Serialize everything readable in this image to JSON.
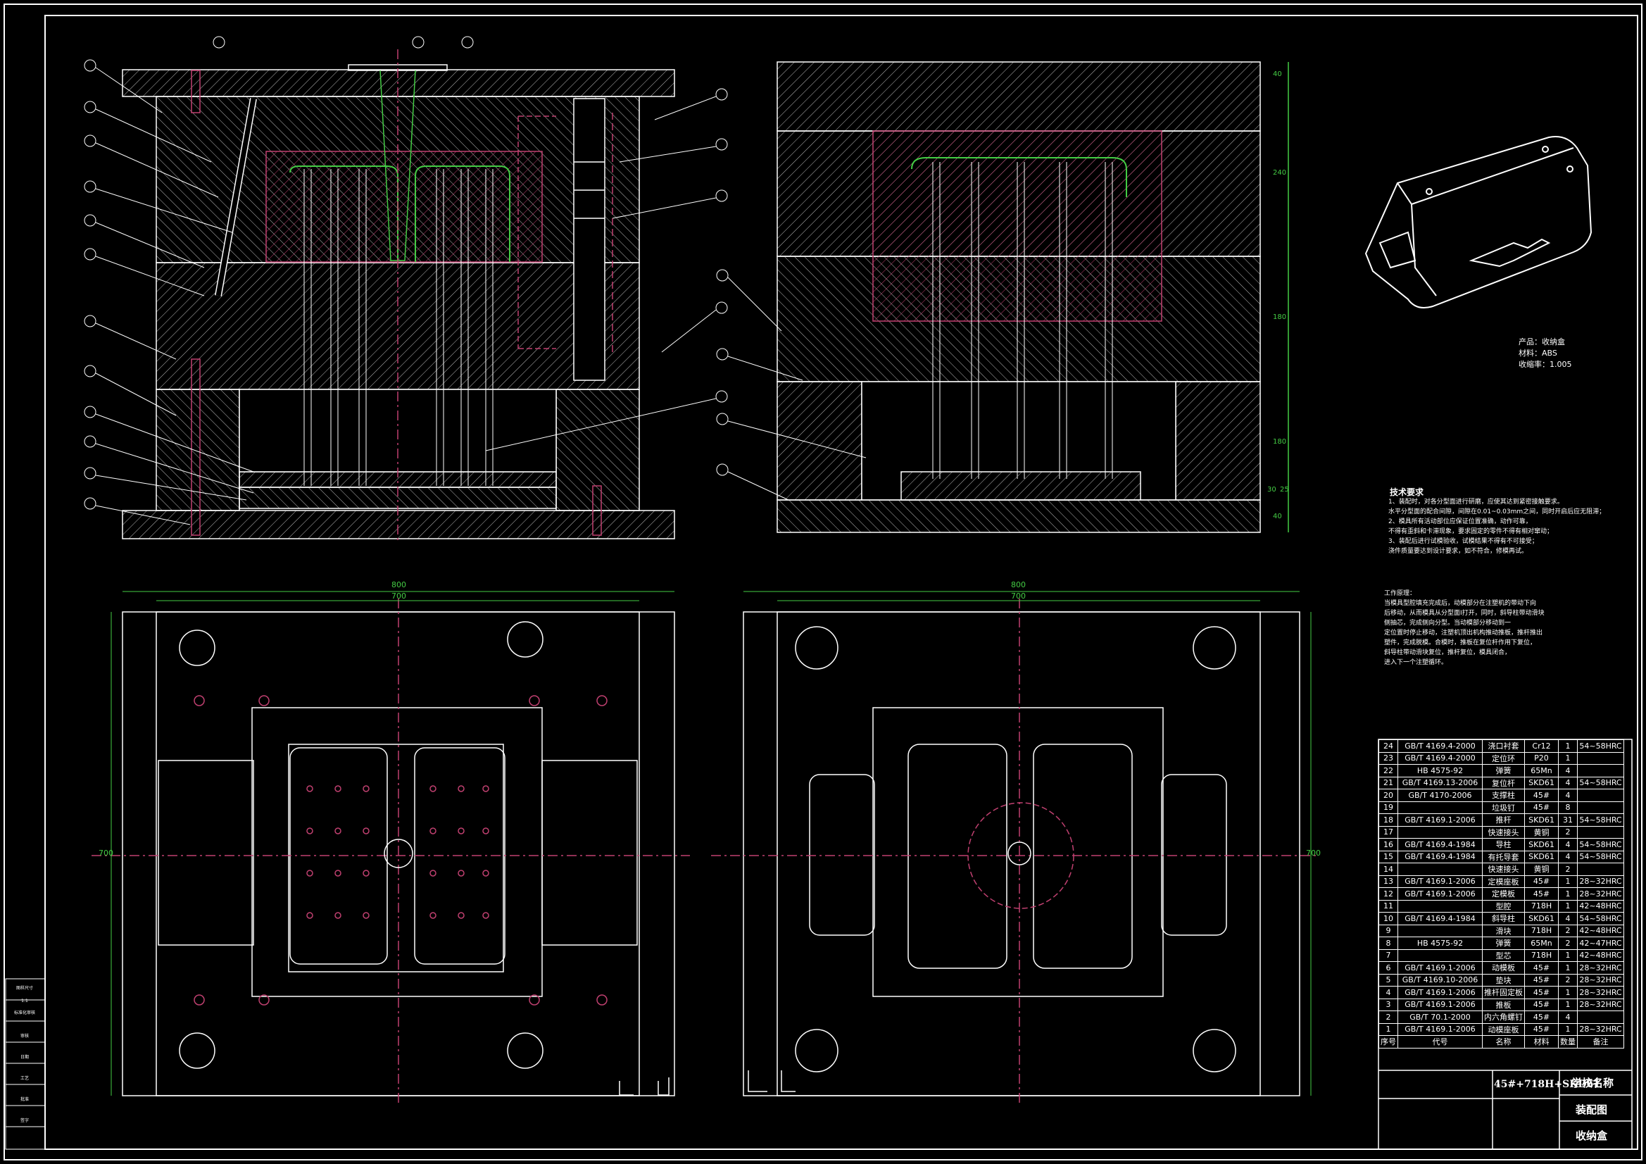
{
  "dimensions": {
    "section_right": [
      "40",
      "240",
      "180",
      "180",
      "30",
      "25",
      "40"
    ],
    "bottom_left_top": [
      "800",
      "700"
    ],
    "bottom_left_side": "700",
    "bottom_right_top": [
      "800",
      "700"
    ],
    "bottom_right_side": "700"
  },
  "product_info": {
    "product": "产品：收纳盒",
    "material": "材料：ABS",
    "shrinkage": "收缩率：1.005"
  },
  "tech_requirements": {
    "title": "技术要求",
    "lines": [
      "1、装配时，对各分型面进行研磨，应使其达到紧密接触要求。",
      "水平分型面的配合间隙，间隙在0.01~0.03mm之间，同时开启后应无阻滞；",
      "2、模具所有活动部位应保证位置准确，动作可靠，",
      "不得有歪斜和卡滞现象，要求固定的零件不得有相对窜动；",
      "3、装配后进行试模验收，试模结果不得有不可接受；",
      "浇件质量要达到设计要求，如不符合，修模再试。"
    ]
  },
  "working_principle": {
    "title": "工作原理：",
    "lines": [
      "当模具型腔填充完成后，动模部分在注塑机的带动下向",
      "后移动，从而模具从分型面I打开，同时，斜导柱带动滑块",
      "侧抽芯，完成侧向分型。当动模部分移动到一",
      "定位置时停止移动，注塑机顶出机构推动推板，推杆推出",
      "塑件，完成脱模。合模时，推板在复位杆作用下复位，",
      "斜导柱带动滑块复位，推杆复位，模具闭合，",
      "进入下一个注塑循环。"
    ]
  },
  "bom": {
    "rows": [
      [
        "24",
        "GB/T 4169.4-2000",
        "浇口衬套",
        "Cr12",
        "1",
        "54~58HRC"
      ],
      [
        "23",
        "GB/T 4169.4-2000",
        "定位环",
        "P20",
        "1",
        ""
      ],
      [
        "22",
        "HB 4575-92",
        "弹簧",
        "65Mn",
        "4",
        ""
      ],
      [
        "21",
        "GB/T 4169.13-2006",
        "复位杆",
        "SKD61",
        "4",
        "54~58HRC"
      ],
      [
        "20",
        "GB/T 4170-2006",
        "支撑柱",
        "45#",
        "4",
        ""
      ],
      [
        "19",
        "",
        "垃圾钉",
        "45#",
        "8",
        ""
      ],
      [
        "18",
        "GB/T 4169.1-2006",
        "推杆",
        "SKD61",
        "31",
        "54~58HRC"
      ],
      [
        "17",
        "",
        "快速接头",
        "黄铜",
        "2",
        ""
      ],
      [
        "16",
        "GB/T 4169.4-1984",
        "导柱",
        "SKD61",
        "4",
        "54~58HRC"
      ],
      [
        "15",
        "GB/T 4169.4-1984",
        "有托导套",
        "SKD61",
        "4",
        "54~58HRC"
      ],
      [
        "14",
        "",
        "快速接头",
        "黄铜",
        "2",
        ""
      ],
      [
        "13",
        "GB/T 4169.1-2006",
        "定模座板",
        "45#",
        "1",
        "28~32HRC"
      ],
      [
        "12",
        "GB/T 4169.1-2006",
        "定模板",
        "45#",
        "1",
        "28~32HRC"
      ],
      [
        "11",
        "",
        "型腔",
        "718H",
        "1",
        "42~48HRC"
      ],
      [
        "10",
        "GB/T 4169.4-1984",
        "斜导柱",
        "SKD61",
        "4",
        "54~58HRC"
      ],
      [
        "9",
        "",
        "滑块",
        "718H",
        "2",
        "42~48HRC"
      ],
      [
        "8",
        "HB 4575-92",
        "弹簧",
        "65Mn",
        "2",
        "42~47HRC"
      ],
      [
        "7",
        "",
        "型芯",
        "718H",
        "1",
        "42~48HRC"
      ],
      [
        "6",
        "GB/T 4169.1-2006",
        "动模板",
        "45#",
        "1",
        "28~32HRC"
      ],
      [
        "5",
        "GB/T 4169.10-2006",
        "垫块",
        "45#",
        "2",
        "28~32HRC"
      ],
      [
        "4",
        "GB/T 4169.1-2006",
        "推杆固定板",
        "45#",
        "1",
        "28~32HRC"
      ],
      [
        "3",
        "GB/T 4169.1-2006",
        "推板",
        "45#",
        "1",
        "28~32HRC"
      ],
      [
        "2",
        "GB/T 70.1-2000",
        "内六角螺钉",
        "45#",
        "4",
        ""
      ],
      [
        "1",
        "GB/T 4169.1-2006",
        "动模座板",
        "45#",
        "1",
        "28~32HRC"
      ]
    ],
    "header": [
      "序号",
      "代号",
      "名称",
      "材料",
      "数量",
      "备注"
    ]
  },
  "title_block": {
    "material_line": "45#+718H+SKD61",
    "school": "学校名称",
    "drawing_type": "装配图",
    "part_name": "收纳盒"
  },
  "side_stamp": [
    "图样尺寸",
    "1:1",
    "标准化审核",
    "审核",
    "日期",
    "工艺",
    "批准",
    "签字"
  ]
}
